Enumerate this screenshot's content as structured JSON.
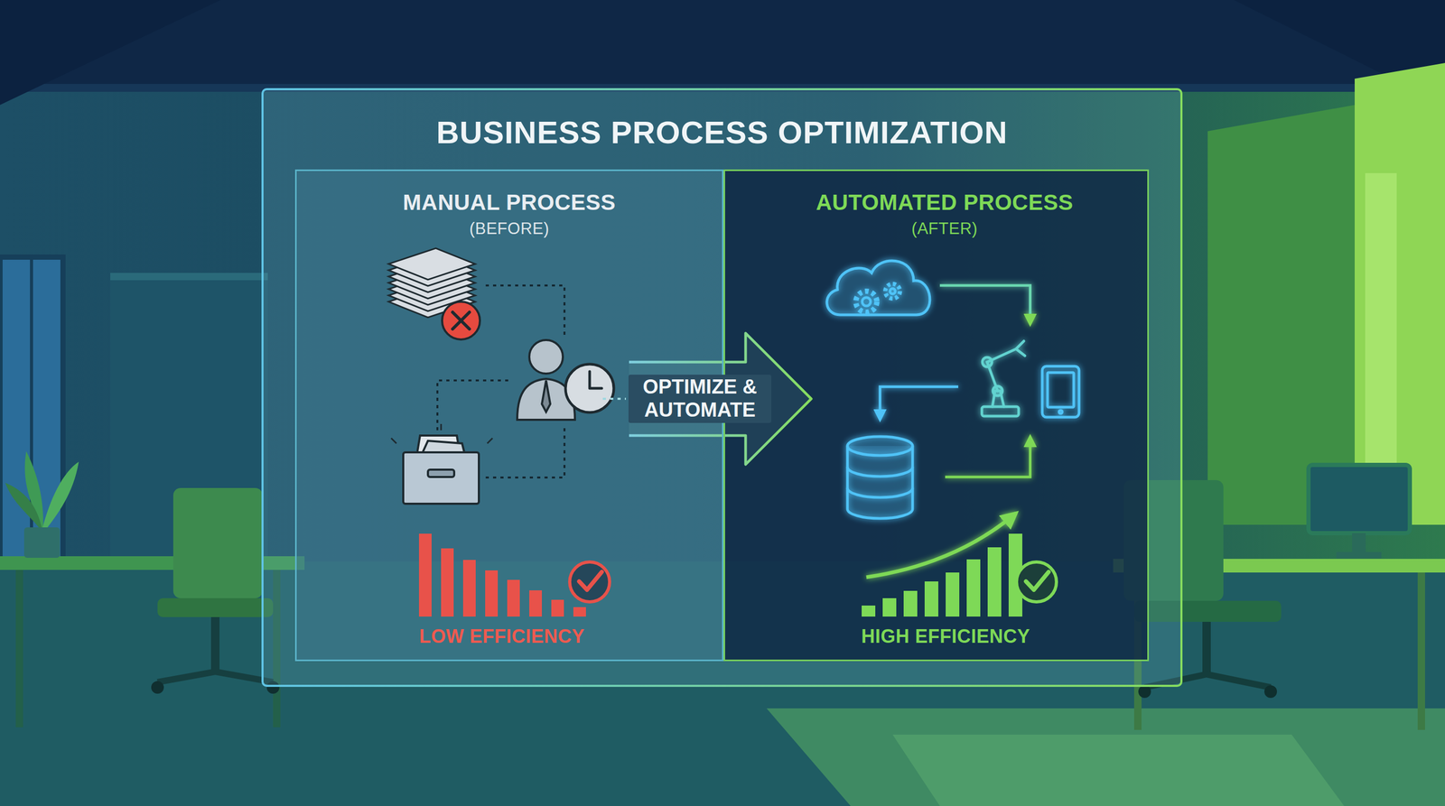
{
  "diagram": {
    "title": "BUSINESS PROCESS OPTIMIZATION",
    "nodes": [
      {
        "text": [
          "MANUAL PROCESS",
          "(BEFORE)",
          "LOW EFFICIENCY"
        ]
      },
      {
        "text": [
          "AUTOMATED PROCESS",
          "(AFTER)",
          "HIGH EFFICIENCY"
        ]
      }
    ],
    "edges": [
      {
        "from": 0,
        "to": 1,
        "label": "OPTIMIZE & AUTOMATE",
        "arrow": "to"
      }
    ]
  }
}
